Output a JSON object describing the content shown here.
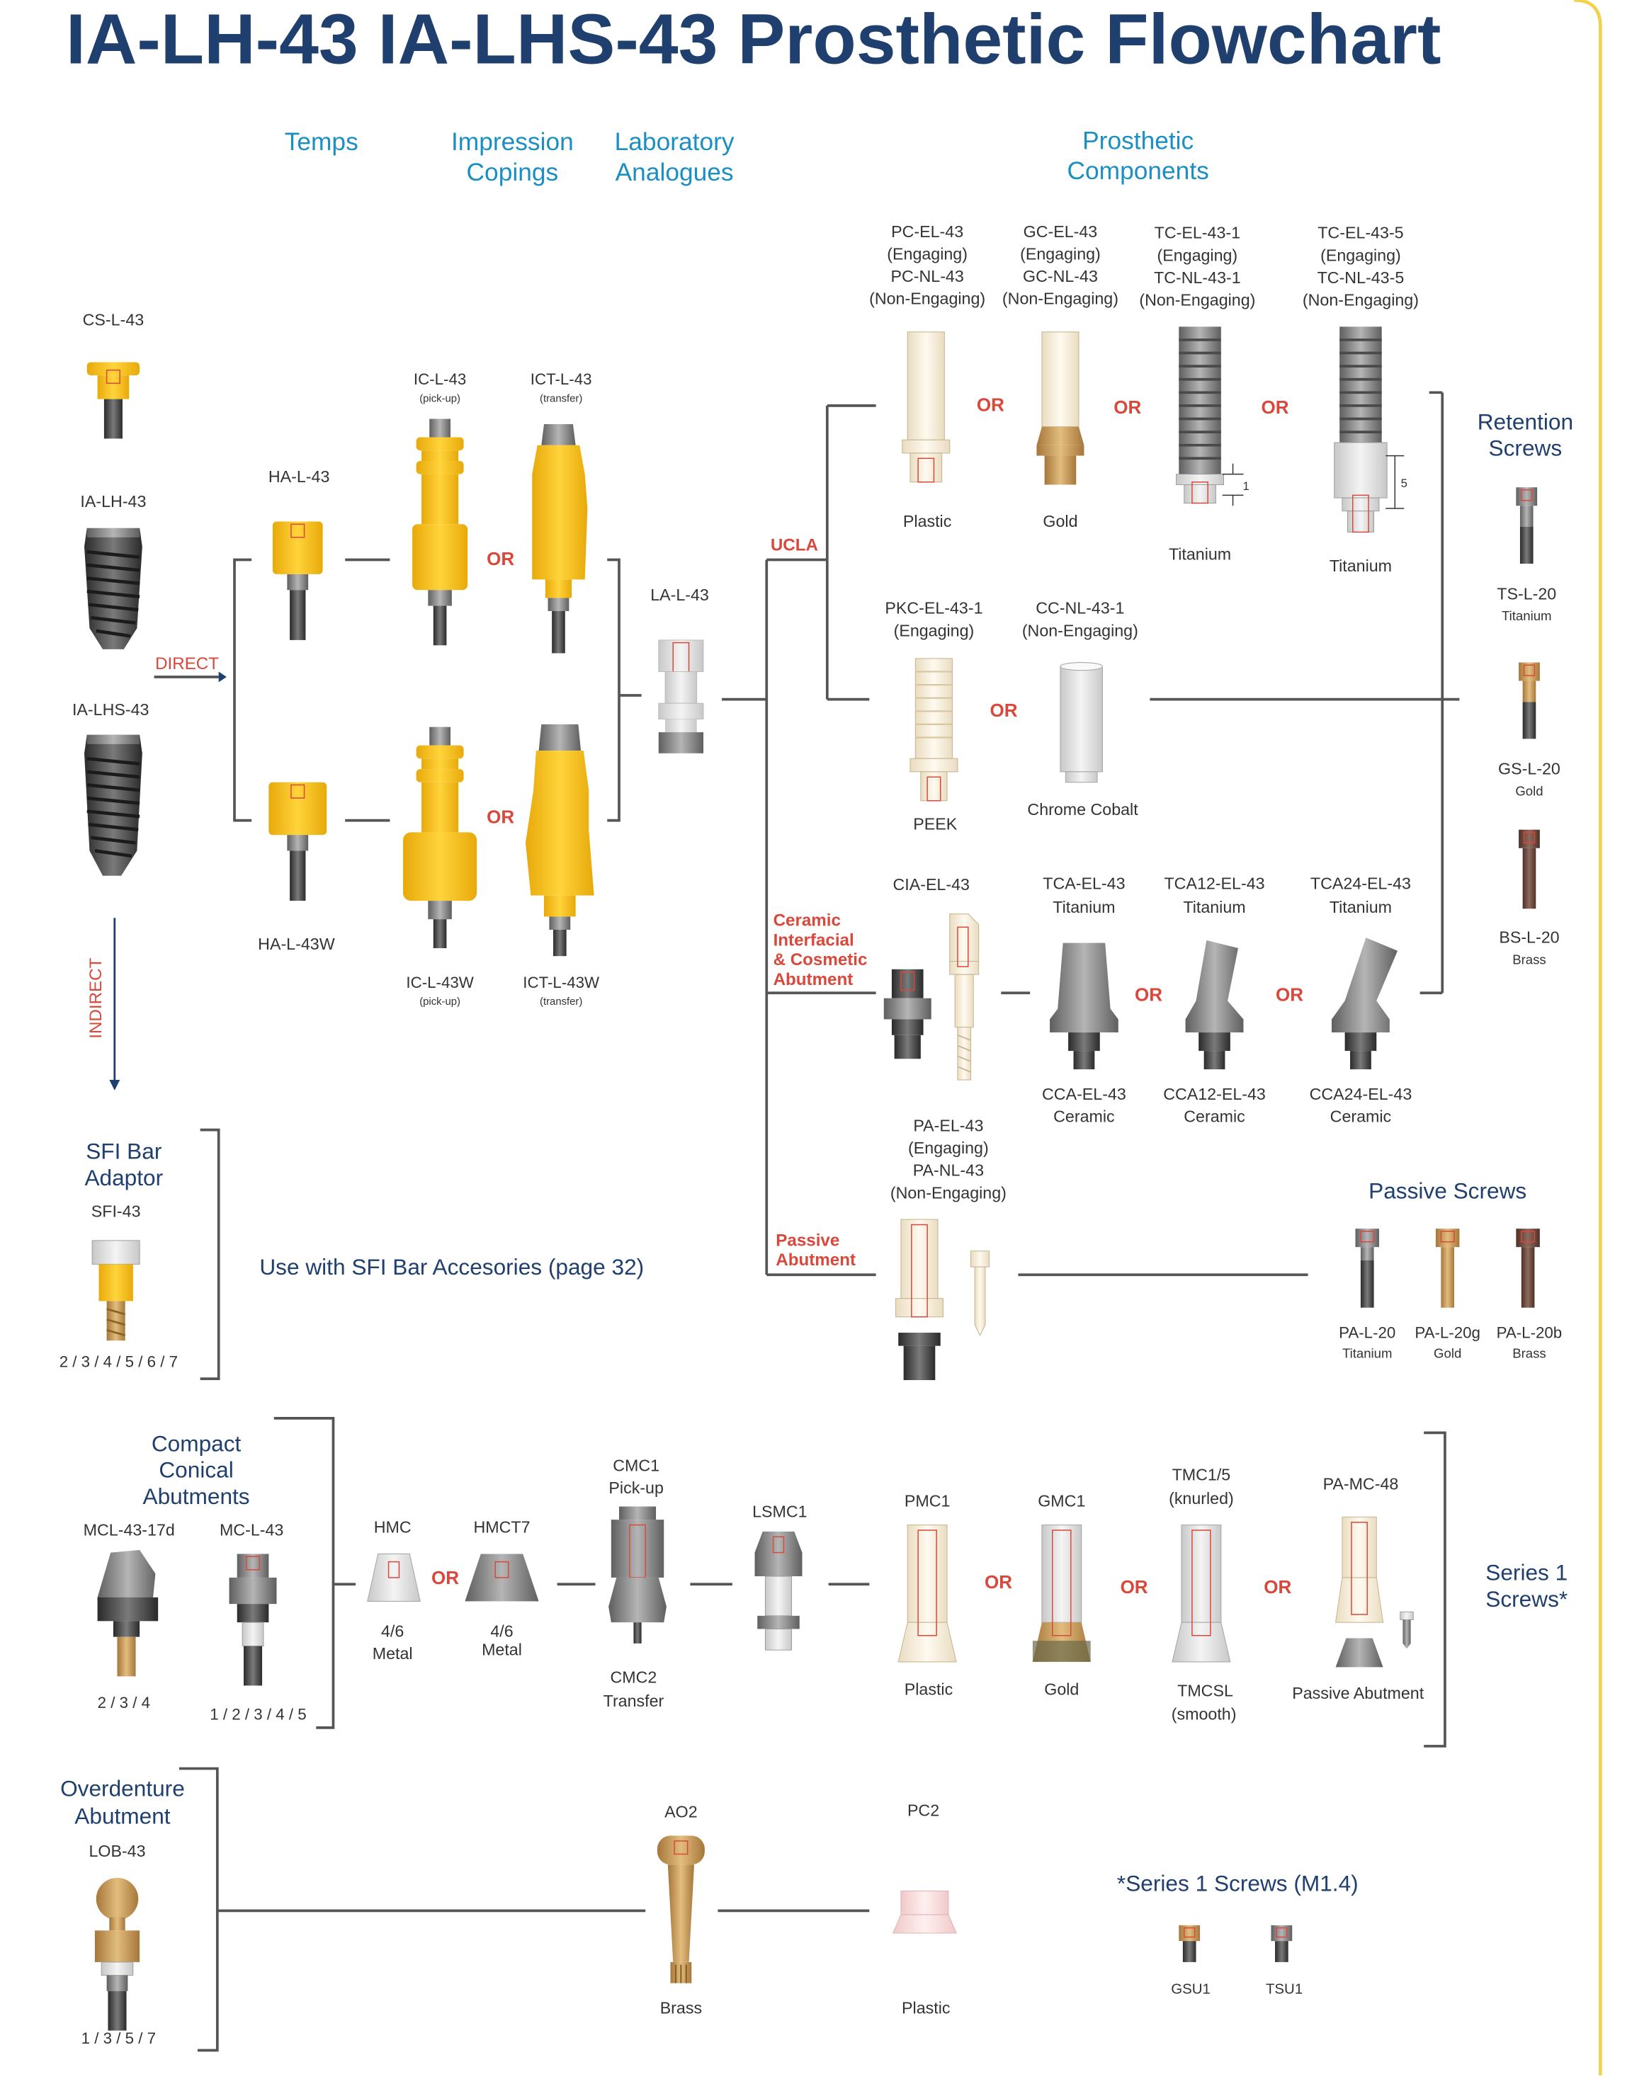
{
  "title": "IA-LH-43 IA-LHS-43 Prosthetic Flowchart",
  "colors": {
    "frame": "#f2d04a",
    "title": "#1f3f6e",
    "heading": "#1b8fc4",
    "or": "#d9483b",
    "yellow": "#f7c21c",
    "grey": "#8e8e8e",
    "gold": "#c99a55"
  },
  "headings": {
    "temps": "Temps",
    "impression": [
      "Impression",
      "Copings"
    ],
    "laboratory": [
      "Laboratory",
      "Analogues"
    ],
    "prosthetic": [
      "Prosthetic",
      "Components"
    ],
    "retention": [
      "Retention",
      "Screws"
    ],
    "passive_screws": "Passive Screws",
    "series1": [
      "Series 1",
      "Screws*"
    ],
    "sfi": [
      "SFI Bar",
      "Adaptor"
    ],
    "compact": [
      "Compact",
      "Conical",
      "Abutments"
    ],
    "overdenture": [
      "Overdenture",
      "Abutment"
    ]
  },
  "or_label": "OR",
  "flow": {
    "direct": "DIRECT",
    "indirect": "INDIRECT",
    "ucla": "UCLA",
    "ceramic": [
      "Ceramic",
      "Interfacial",
      "& Cosmetic",
      "Abutment"
    ],
    "passive": [
      "Passive",
      "Abutment"
    ]
  },
  "implants": {
    "cs": "CS-L-43",
    "lh": "IA-LH-43",
    "lhs": "IA-LHS-43"
  },
  "temps": {
    "top": "HA-L-43",
    "bottom": "HA-L-43W"
  },
  "copings": {
    "ic_top": "IC-L-43",
    "ic_top_sub": "(pick-up)",
    "ict_top": "ICT-L-43",
    "ict_top_sub": "(transfer)",
    "ic_bot": "IC-L-43W",
    "ic_bot_sub": "(pick-up)",
    "ict_bot": "ICT-L-43W",
    "ict_bot_sub": "(transfer)"
  },
  "analogue": "LA-L-43",
  "ucla_items": [
    {
      "code": [
        "PC-EL-43",
        "(Engaging)",
        "PC-NL-43",
        "(Non-Engaging)"
      ],
      "material": "Plastic"
    },
    {
      "code": [
        "GC-EL-43",
        "(Engaging)",
        "GC-NL-43",
        "(Non-Engaging)"
      ],
      "material": "Gold"
    },
    {
      "code": [
        "TC-EL-43-1",
        "(Engaging)",
        "TC-NL-43-1",
        "(Non-Engaging)"
      ],
      "material": "Titanium",
      "dim": "1"
    },
    {
      "code": [
        "TC-EL-43-5",
        "(Engaging)",
        "TC-NL-43-5",
        "(Non-Engaging)"
      ],
      "material": "Titanium",
      "dim": "5"
    }
  ],
  "peek": {
    "code": [
      "PKC-EL-43-1",
      "(Engaging)"
    ],
    "material": "PEEK"
  },
  "cc": {
    "code": [
      "CC-NL-43-1",
      "(Non-Engaging)"
    ],
    "material": "Chrome Cobalt"
  },
  "ceramic_items": [
    {
      "code": "CIA-EL-43"
    },
    {
      "code": [
        "TCA-EL-43",
        "Titanium"
      ],
      "bottom": [
        "CCA-EL-43",
        "Ceramic"
      ]
    },
    {
      "code": [
        "TCA12-EL-43",
        "Titanium"
      ],
      "bottom": [
        "CCA12-EL-43",
        "Ceramic"
      ]
    },
    {
      "code": [
        "TCA24-EL-43",
        "Titanium"
      ],
      "bottom": [
        "CCA24-EL-43",
        "Ceramic"
      ]
    }
  ],
  "passive_abutment": [
    "PA-EL-43",
    "(Engaging)",
    "PA-NL-43",
    "(Non-Engaging)"
  ],
  "retention_screws": [
    {
      "code": "TS-L-20",
      "material": "Titanium"
    },
    {
      "code": "GS-L-20",
      "material": "Gold"
    },
    {
      "code": "BS-L-20",
      "material": "Brass"
    }
  ],
  "passive_screws": [
    {
      "code": "PA-L-20",
      "material": "Titanium"
    },
    {
      "code": "PA-L-20g",
      "material": "Gold"
    },
    {
      "code": "PA-L-20b",
      "material": "Brass"
    }
  ],
  "sfi": {
    "code": "SFI-43",
    "sizes": "2 / 3 / 4 / 5 / 6 / 7",
    "note": "Use with SFI Bar Accesories (page 32)"
  },
  "compact": {
    "mcl": "MCL-43-17d",
    "mcl_sizes": "2 / 3 / 4",
    "mc": "MC-L-43",
    "mc_sizes": "1 / 2 / 3 / 4 / 5",
    "hmc": "HMC",
    "hmc_sub": [
      "4/6",
      "Metal"
    ],
    "hmct": "HMCT7",
    "hmct_sub": [
      "4/6",
      "Metal"
    ],
    "cmc1": [
      "CMC1",
      "Pick-up"
    ],
    "cmc2": [
      "CMC2",
      "Transfer"
    ],
    "lsmc": "LSMC1",
    "pmc": "PMC1",
    "pmc_mat": "Plastic",
    "gmc": "GMC1",
    "gmc_mat": "Gold",
    "tmc": [
      "TMC1/5",
      "(knurled)"
    ],
    "tmc_bottom": [
      "TMCSL",
      "(smooth)"
    ],
    "pamc": "PA-MC-48",
    "pamc_mat": "Passive Abutment"
  },
  "overdenture": {
    "lob": "LOB-43",
    "lob_sizes": "1 / 3 / 5 / 7",
    "ao2": "AO2",
    "ao2_mat": "Brass",
    "pc2": "PC2",
    "pc2_mat": "Plastic"
  },
  "series1_note": {
    "title": "*Series 1 Screws (M1.4)",
    "gsu": "GSU1",
    "tsu": "TSU1"
  }
}
